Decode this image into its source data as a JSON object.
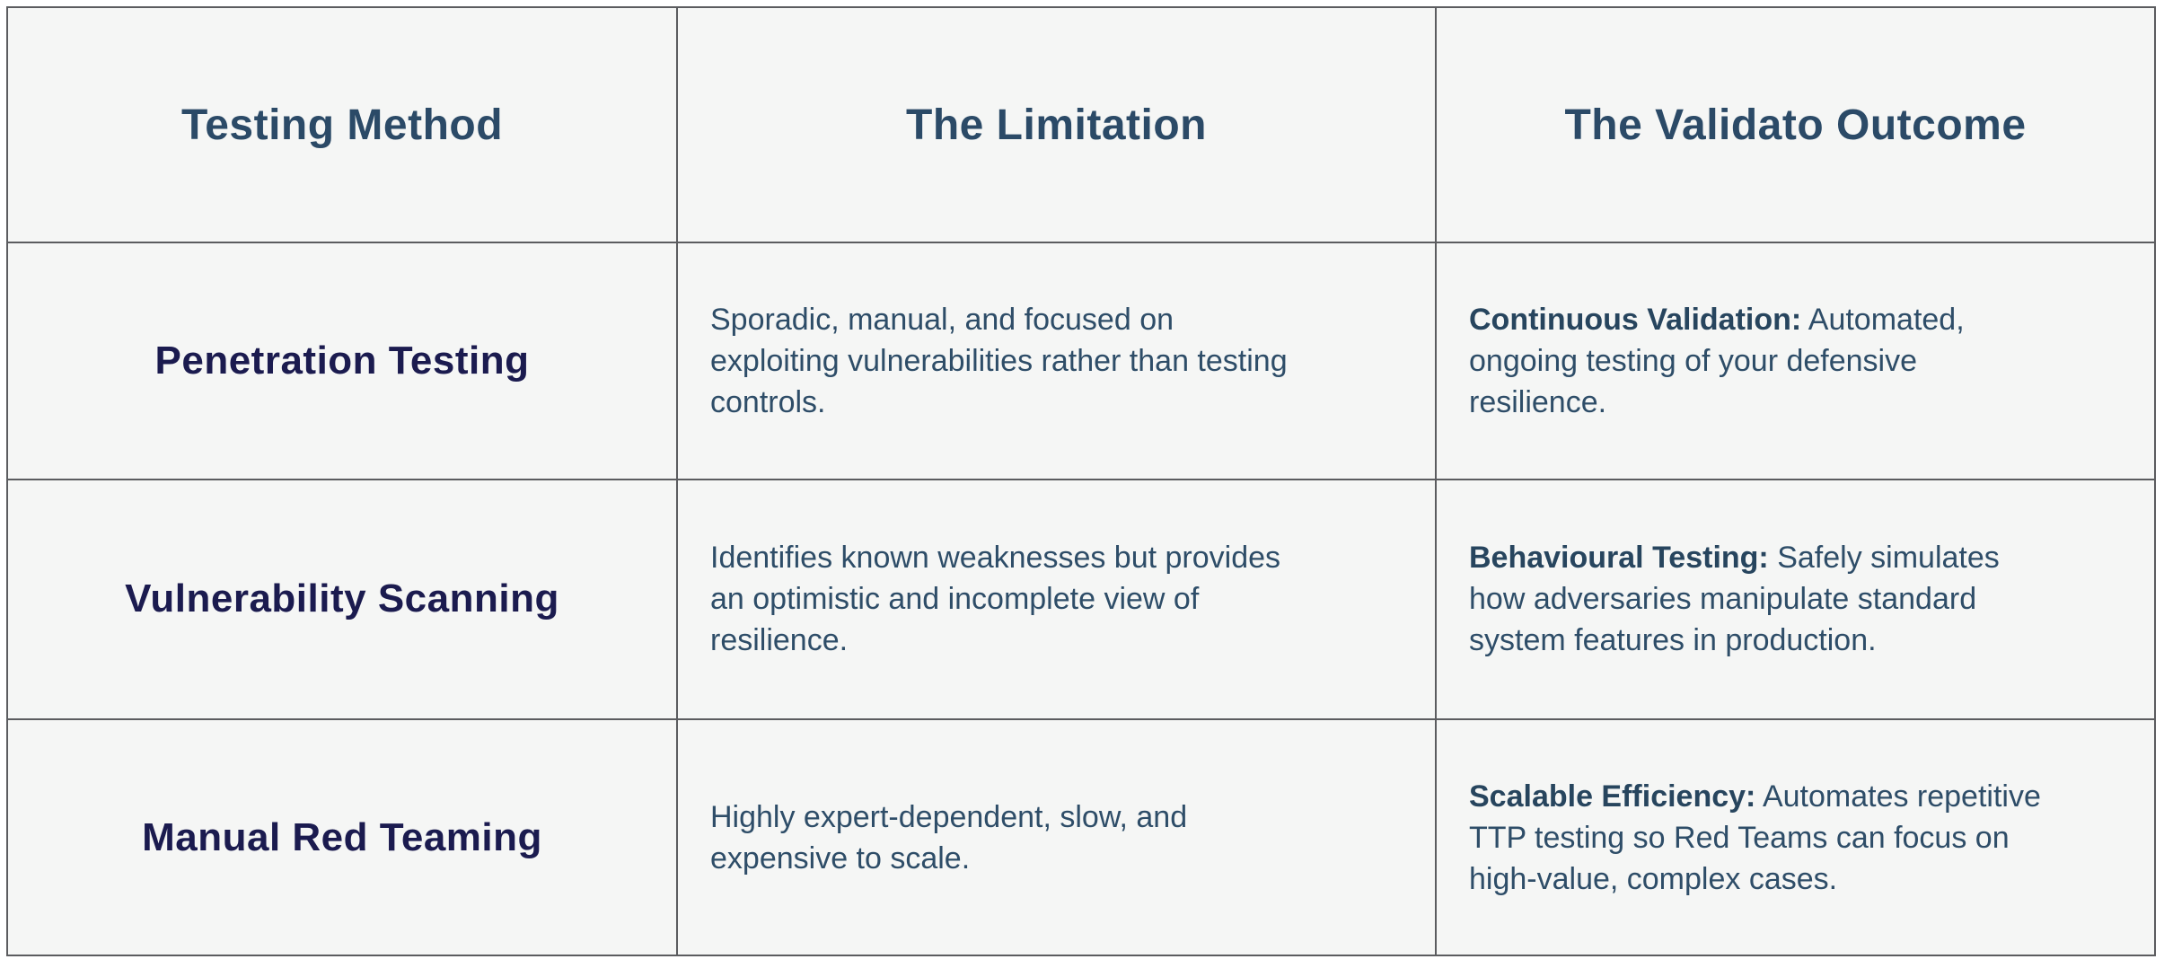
{
  "colors": {
    "page_background": "#ffffff",
    "cell_background": "#f5f6f5",
    "table_border": "#5b5c5f",
    "header_text": "#2b4a67",
    "method_text": "#1b1b4f",
    "body_text": "#2e4d68"
  },
  "table": {
    "headers": [
      "Testing Method",
      "The Limitation",
      "The Validato Outcome"
    ],
    "rows": [
      {
        "method": "Penetration Testing",
        "limitation": "Sporadic, manual, and focused on exploiting vulnerabilities rather than testing controls.",
        "outcome_lead": "Continuous Validation:",
        "outcome_rest": " Automated, ongoing testing of your defensive resilience."
      },
      {
        "method": "Vulnerability Scanning",
        "limitation": "Identifies known weaknesses but provides an optimistic and incomplete view of resilience.",
        "outcome_lead": "Behavioural Testing:",
        "outcome_rest": " Safely simulates how adversaries manipulate standard system features in production."
      },
      {
        "method": "Manual Red Teaming",
        "limitation": "Highly expert-dependent, slow, and expensive to scale.",
        "outcome_lead": "Scalable Efficiency:",
        "outcome_rest": " Automates repetitive TTP testing so Red Teams can focus on high-value, complex cases."
      }
    ]
  }
}
